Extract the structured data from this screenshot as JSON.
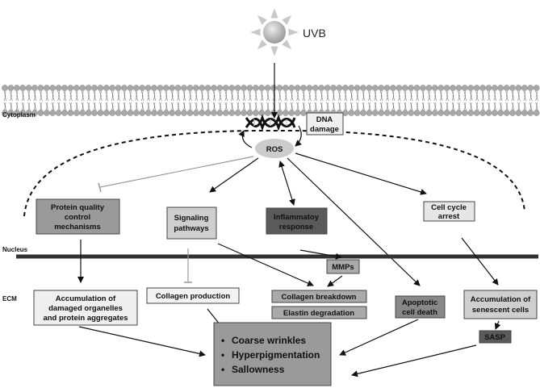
{
  "labels": {
    "uvb": "UVB",
    "cytoplasm": "Cytoplasm",
    "nucleus": "Nucleus",
    "ecm": "ECM"
  },
  "nodes": {
    "dna_damage": [
      "DNA",
      "damage"
    ],
    "ros": "ROS",
    "protein_quality": [
      "Protein quality",
      "control",
      "mechanisms"
    ],
    "signaling": [
      "Signaling",
      "pathways"
    ],
    "inflammatory": [
      "Inflammatoy",
      "response"
    ],
    "cell_cycle": [
      "Cell cycle",
      "arrest"
    ],
    "mmps": "MMPs",
    "accumulation_damaged": [
      "Accumulation of",
      "damaged organelles",
      "and protein aggregates"
    ],
    "collagen_production": "Collagen production",
    "collagen_breakdown": "Collagen breakdown",
    "elastin_degradation": "Elastin degradation",
    "apoptotic": [
      "Apoptotic",
      "cell death"
    ],
    "senescent": [
      "Accumulation of",
      "senescent cells"
    ],
    "sasp": "SASP",
    "outcomes": [
      "Coarse wrinkles",
      "Hyperpigmentation",
      "Sallowness"
    ]
  },
  "colors": {
    "dark": "#5a5a5a",
    "mid": "#9a9a9a",
    "light": "#cfcfcf",
    "pale": "#efefef"
  }
}
